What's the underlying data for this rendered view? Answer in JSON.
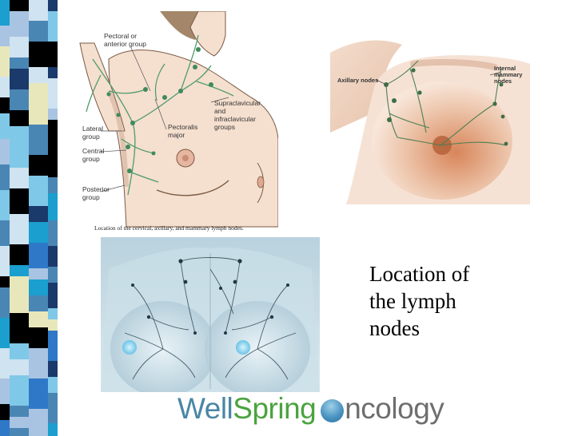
{
  "slide": {
    "body_text_lines": [
      "Location of",
      "the lymph",
      "nodes"
    ],
    "caption": "Location of the cervical, axillary, and mammary lymph nodes."
  },
  "figure_left": {
    "labels": {
      "pectoral": [
        "Pectoral or",
        "anterior group"
      ],
      "supraclavicular": [
        "Supraclavicular",
        "and",
        "infraclavicular",
        "groups"
      ],
      "pectoralis": [
        "Pectoralis",
        "major"
      ],
      "lateral": [
        "Lateral",
        "group"
      ],
      "central": [
        "Central",
        "group"
      ],
      "posterior": [
        "Posterior",
        "group"
      ]
    }
  },
  "figure_right": {
    "labels": {
      "axillary": "Axillary nodes",
      "internal": [
        "Internal",
        "mammary",
        "nodes"
      ]
    }
  },
  "logo": {
    "part_well": "Well",
    "part_spring": "Spring",
    "part_ncology": "ncology",
    "colors": {
      "well": "#4a86a4",
      "spring": "#4aa33f",
      "ncology": "#6e6e6e"
    }
  },
  "decor": {
    "stripe_colors": [
      "#1a3a6b",
      "#2e78c7",
      "#7fc8e8",
      "#e8e7bc",
      "#1a9fcf",
      "#a9c4e2",
      "#000000",
      "#4a86b4",
      "#cfe3f0"
    ]
  }
}
